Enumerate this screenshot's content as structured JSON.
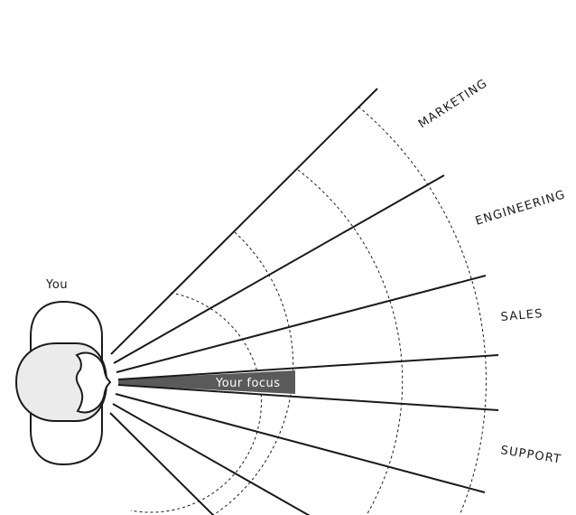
{
  "person": {
    "label": "You"
  },
  "focus": {
    "label": "Your focus",
    "fill_color": "#5a5a5a"
  },
  "departments": [
    {
      "label": "MARKETING"
    },
    {
      "label": "ENGINEERING"
    },
    {
      "label": "SALES"
    },
    {
      "label": "SUPPORT"
    }
  ],
  "colors": {
    "stroke": "#1a1a1a",
    "head_fill": "#ebebeb",
    "background": "#ffffff"
  }
}
